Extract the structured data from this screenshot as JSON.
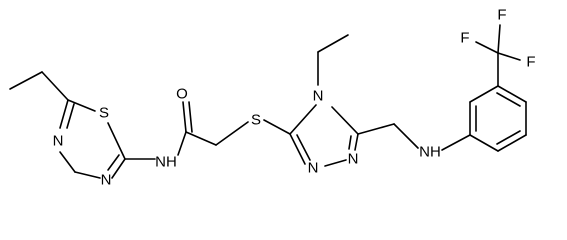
{
  "atoms": {
    "n_amide_h": "NH",
    "o_carbonyl": "O",
    "s_thioether": "S",
    "n_triazole_4": "N",
    "n_triazole_1": "N",
    "n_triazole_2": "N",
    "s_thiadiazole": "S",
    "n_thiadiazole_3": "N",
    "n_thiadiazole_4": "N",
    "nh_amine": "NH",
    "f_1": "F",
    "f_2": "F",
    "f_3": "F"
  },
  "colors": {
    "bond": "#000000",
    "label": "#000000",
    "background": "#ffffff"
  }
}
